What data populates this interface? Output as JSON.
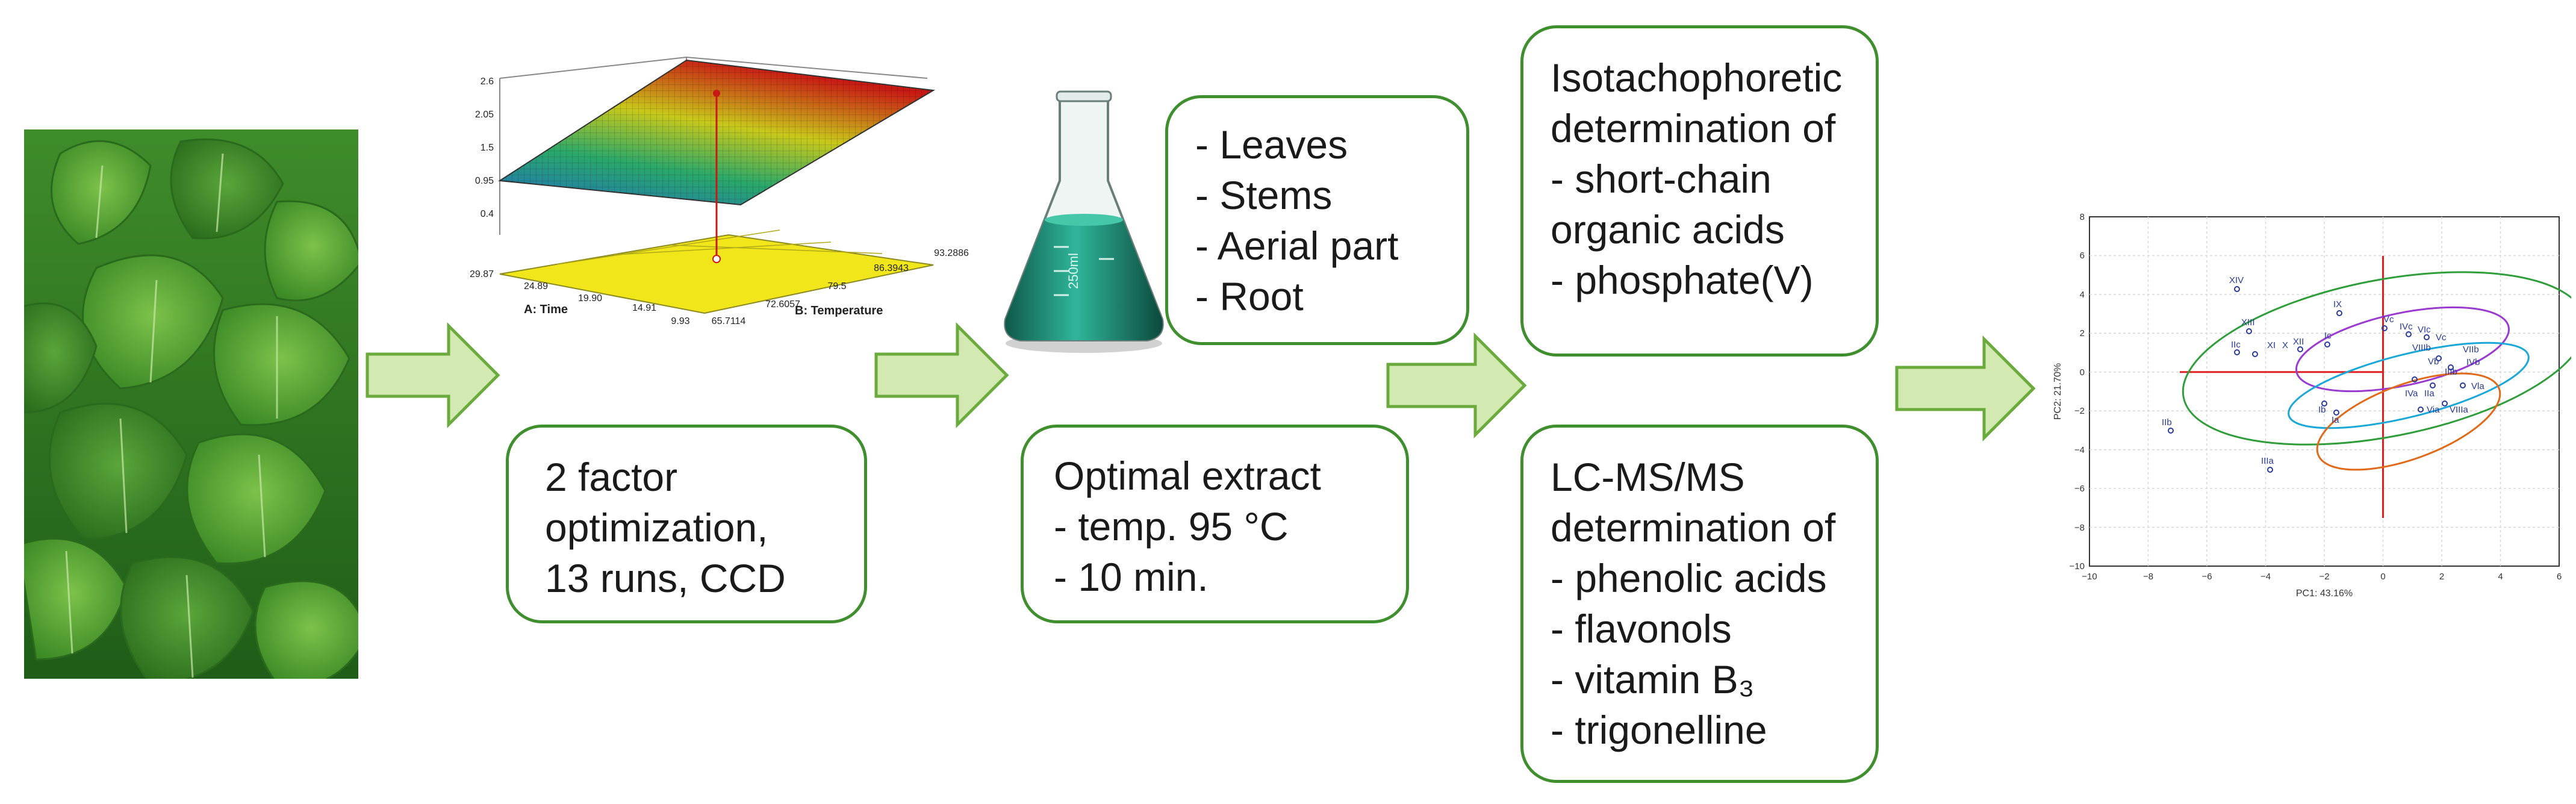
{
  "colors": {
    "box_border": "#3f8f2e",
    "arrow_fill": "#d3e9b2",
    "arrow_stroke": "#6bab3d"
  },
  "surface_plot": {
    "z_ticks": [
      "2.6",
      "2.05",
      "1.5",
      "0.95",
      "0.4"
    ],
    "a_ticks": [
      "29.87",
      "24.89",
      "19.90",
      "14.91",
      "9.93"
    ],
    "b_ticks": [
      "65.7114",
      "72.6057",
      "79.5",
      "86.3943",
      "93.2886"
    ],
    "a_label": "A: Time",
    "b_label": "B: Temperature"
  },
  "box_optimization": {
    "lines": [
      "2 factor",
      "optimization,",
      "13 runs, CCD"
    ]
  },
  "box_parts": {
    "lines": [
      "- Leaves",
      "- Stems",
      "- Aerial part",
      "- Root"
    ]
  },
  "box_extract": {
    "lines": [
      "Optimal extract",
      "- temp. 95 °C",
      "- 10 min."
    ]
  },
  "box_itp": {
    "lines": [
      "Isotachophoretic",
      "determination of",
      "- short-chain",
      "organic acids",
      "- phosphate(V)"
    ]
  },
  "box_lcms": {
    "lines": [
      "LC-MS/MS",
      "determination of",
      "- phenolic acids",
      "- flavonols",
      "- vitamin B₃",
      "- trigonelline"
    ]
  },
  "flask_mark": "250ml",
  "pca_plot": {
    "x_ticks": [
      "−10",
      "−8",
      "−6",
      "−4",
      "−2",
      "0",
      "2",
      "4",
      "6"
    ],
    "y_ticks": [
      "8",
      "6",
      "4",
      "2",
      "0",
      "−2",
      "−4",
      "−6",
      "−8",
      "−10"
    ],
    "xlabel": "PC1: 43.16%",
    "ylabel": "PC2: 21.70%",
    "point_labels": [
      "XIV",
      "XIII",
      "IX",
      "Vc",
      "IVc",
      "VIc",
      "Vc",
      "IIc",
      "XI",
      "X",
      "XII",
      "Ic",
      "VIIb",
      "VIIIb",
      "IVb",
      "IIIb",
      "Vb",
      "Vla",
      "IVa",
      "IIa",
      "Via",
      "VIIIa",
      "Ia",
      "Ib",
      "IIb",
      "IIIa"
    ]
  }
}
